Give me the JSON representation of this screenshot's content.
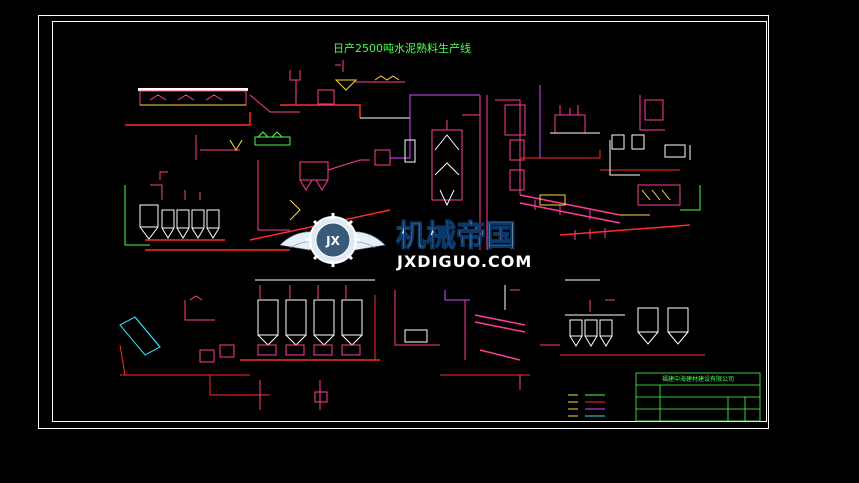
{
  "drawing": {
    "title": "日产2500吨水泥熟料生产线",
    "colors": {
      "background": "#000000",
      "border": "#ffffff",
      "main_line": "#ff2a2a",
      "equipment": "#ff3b9b",
      "secondary": "#4cff4c",
      "accent_cyan": "#33e0ff",
      "accent_yellow": "#ffd83a",
      "accent_magenta": "#d04cff"
    }
  },
  "watermark": {
    "chinese": "机械帝国",
    "english": "JXDIGUO.COM",
    "emblem": "jx-gear-wings-emblem-icon"
  },
  "title_block": {
    "company": "福建中海建材建设有限公司"
  }
}
